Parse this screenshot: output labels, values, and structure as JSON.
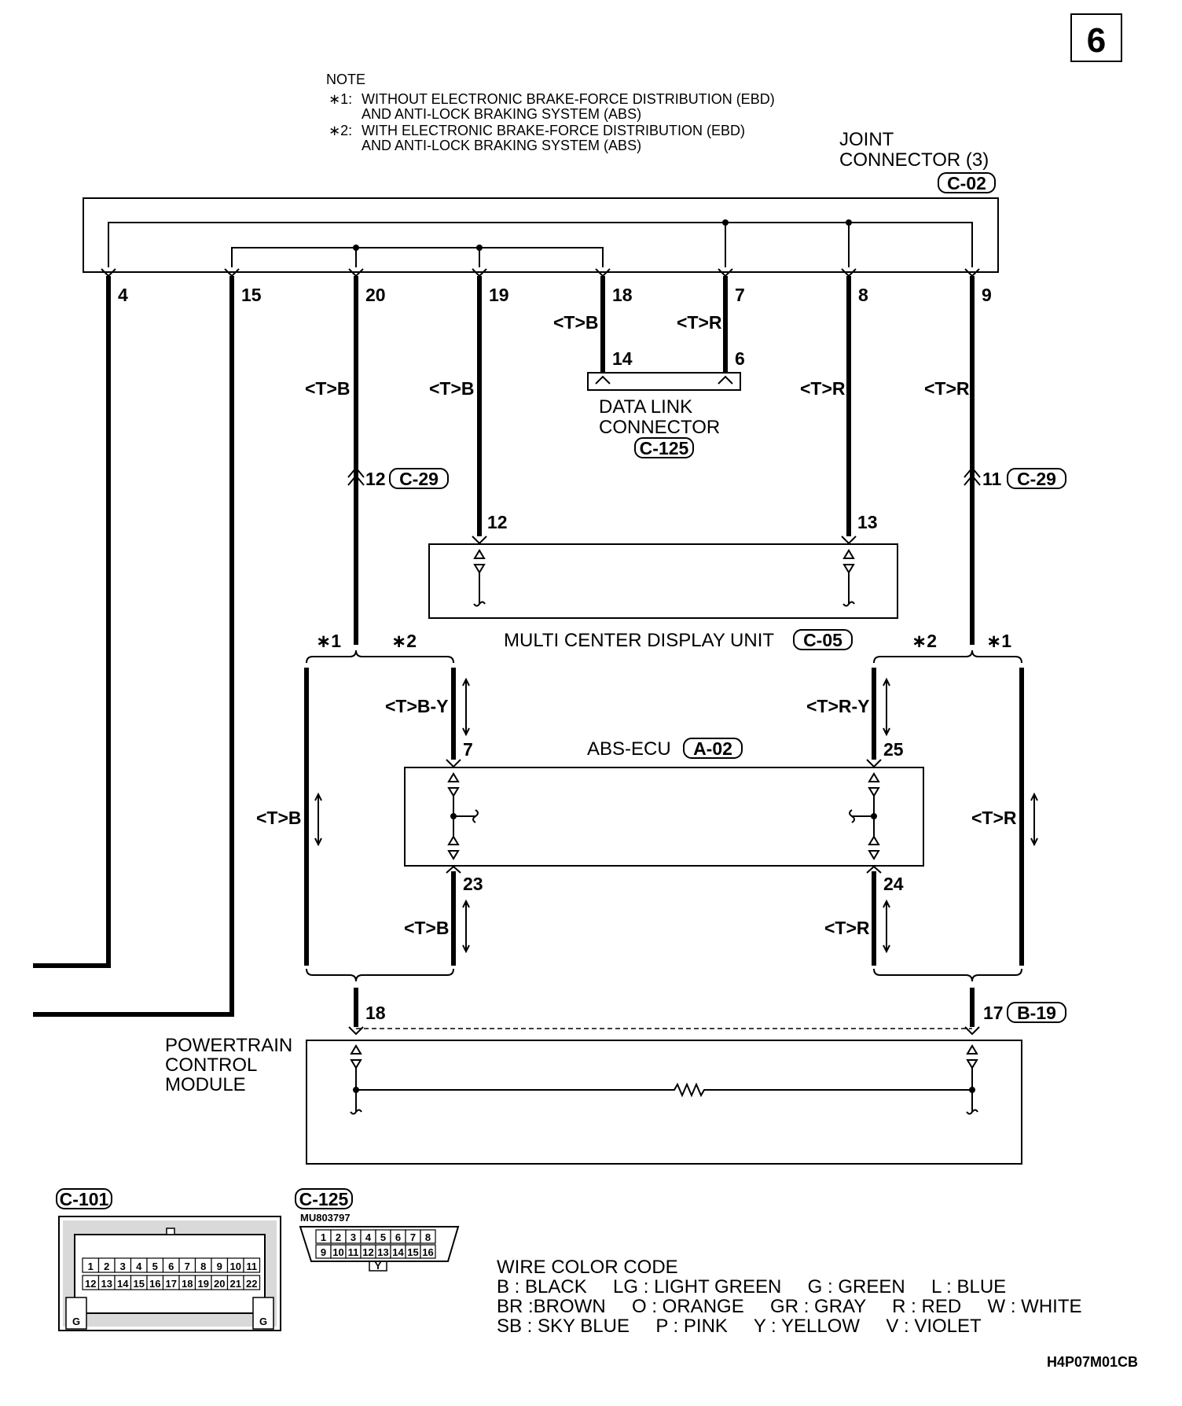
{
  "page_number": "6",
  "note": {
    "heading": "NOTE",
    "items": [
      {
        "mark": "∗1:",
        "line1": "WITHOUT ELECTRONIC BRAKE-FORCE DISTRIBUTION (EBD)",
        "line2": "AND ANTI-LOCK BRAKING SYSTEM (ABS)"
      },
      {
        "mark": "∗2:",
        "line1": "WITH ELECTRONIC BRAKE-FORCE DISTRIBUTION (EBD)",
        "line2": "AND ANTI-LOCK BRAKING SYSTEM (ABS)"
      }
    ]
  },
  "joint_connector": {
    "line1": "JOINT",
    "line2": "CONNECTOR (3)",
    "code": "C-02",
    "pins": [
      "4",
      "15",
      "20",
      "19",
      "18",
      "7",
      "8",
      "9"
    ]
  },
  "wire_labels": {
    "tb": "<T>B",
    "tr": "<T>R",
    "tby": "<T>B-Y",
    "try": "<T>R-Y"
  },
  "data_link_connector": {
    "line1": "DATA LINK",
    "line2": "CONNECTOR",
    "code": "C-125",
    "pin_left": "14",
    "pin_right": "6"
  },
  "c29": {
    "code": "C-29",
    "pin_left": "12",
    "pin_right": "11"
  },
  "multi_center_display": {
    "label": "MULTI CENTER DISPLAY UNIT",
    "code": "C-05",
    "pin_left": "12",
    "pin_right": "13"
  },
  "marks": {
    "star1": "∗1",
    "star2": "∗2"
  },
  "abs_ecu": {
    "label": "ABS-ECU",
    "code": "A-02",
    "pin_tl": "7",
    "pin_tr": "25",
    "pin_bl": "23",
    "pin_br": "24"
  },
  "pcm": {
    "line1": "POWERTRAIN",
    "line2": "CONTROL",
    "line3": "MODULE",
    "pin_left": "18",
    "pin_right": "17",
    "code": "B-19"
  },
  "c101_view": {
    "code": "C-101",
    "row1": [
      "1",
      "2",
      "3",
      "4",
      "5",
      "6",
      "7",
      "8",
      "9",
      "10",
      "11"
    ],
    "row2": [
      "12",
      "13",
      "14",
      "15",
      "16",
      "17",
      "18",
      "19",
      "20",
      "21",
      "22"
    ],
    "ground": "G"
  },
  "c125_view": {
    "code": "C-125",
    "part_number": "MU803797",
    "row1": [
      "1",
      "2",
      "3",
      "4",
      "5",
      "6",
      "7",
      "8"
    ],
    "row2": [
      "9",
      "10",
      "11",
      "12",
      "13",
      "14",
      "15",
      "16"
    ],
    "key": "Y"
  },
  "wire_color_code": {
    "title": "WIRE COLOR CODE",
    "line1": "B : BLACK     LG : LIGHT GREEN     G : GREEN     L : BLUE",
    "line2": "BR :BROWN     O : ORANGE     GR : GRAY     R : RED     W : WHITE",
    "line3": "SB : SKY BLUE     P : PINK     Y : YELLOW     V : VIOLET"
  },
  "figure_id": "H4P07M01CB"
}
